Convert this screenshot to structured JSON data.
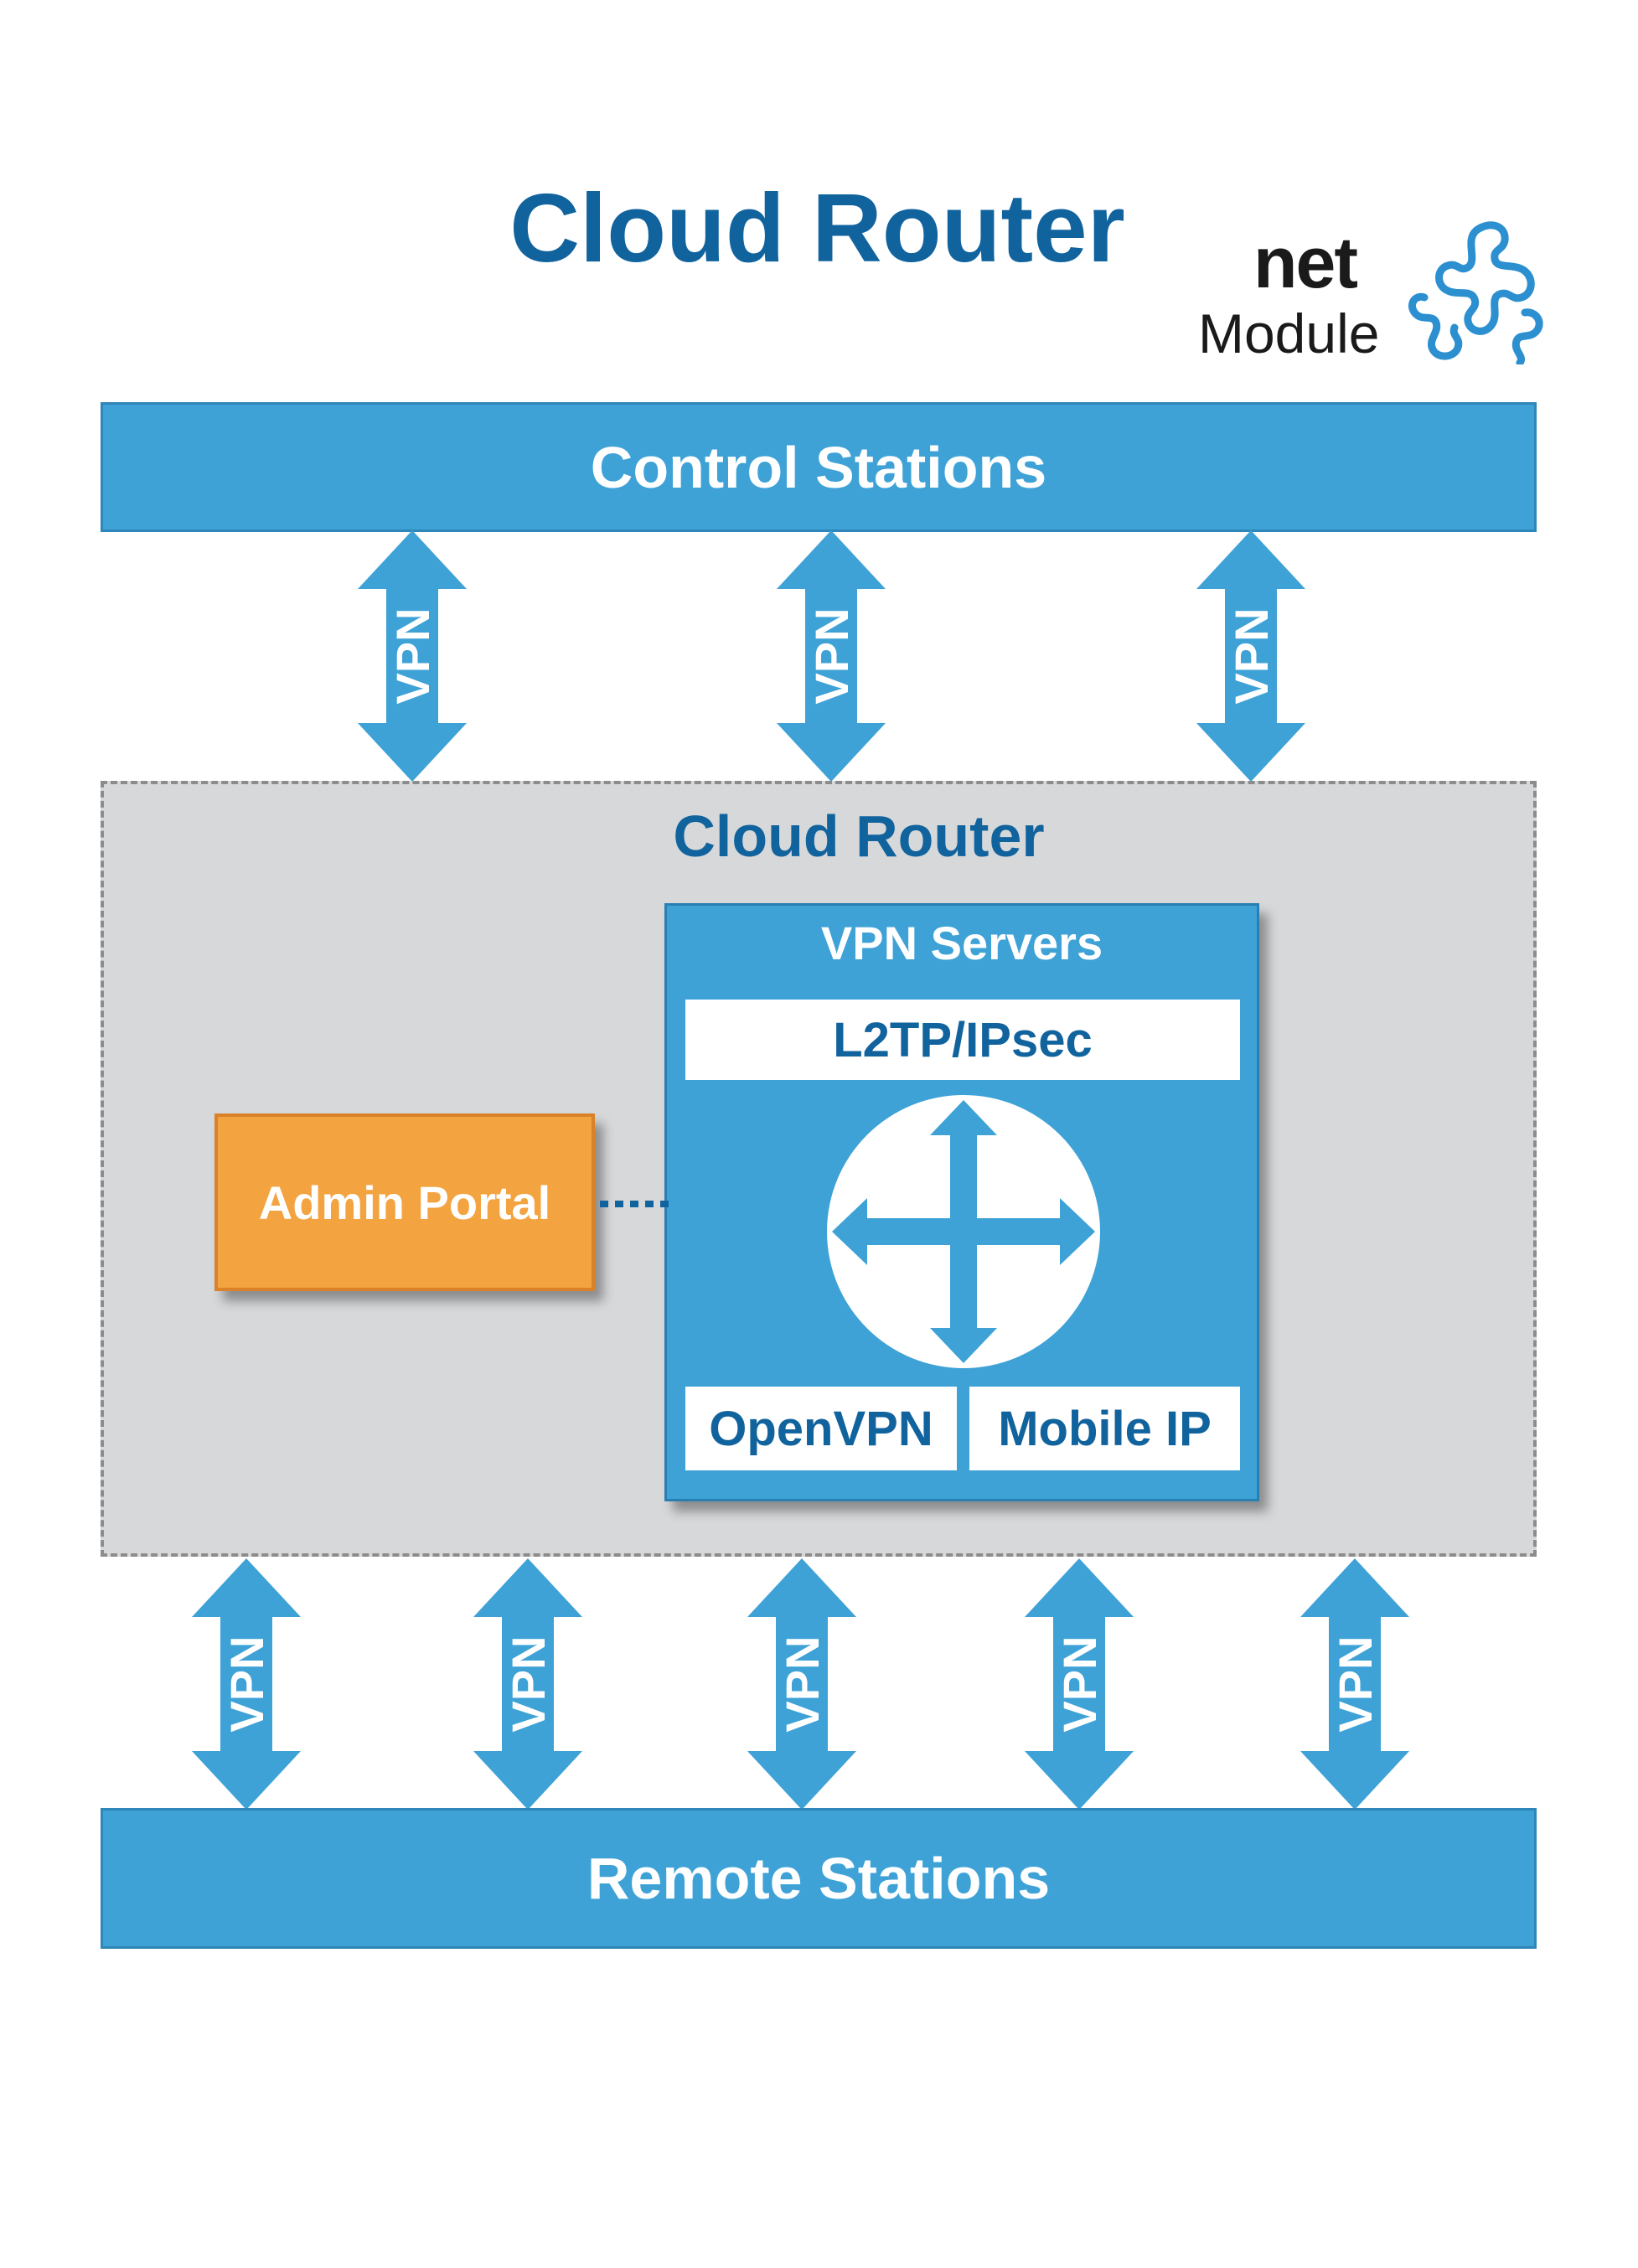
{
  "title": "Cloud Router",
  "logo": {
    "net": "net",
    "module": "Module"
  },
  "control_stations": "Control Stations",
  "remote_stations": "Remote Stations",
  "cloud_router_label": "Cloud Router",
  "vpn_servers": {
    "title": "VPN Servers",
    "protocols": [
      "L2TP/IPsec",
      "OpenVPN",
      "Mobile IP"
    ]
  },
  "admin_portal": "Admin Portal",
  "top_links": [
    "VPN",
    "VPN",
    "VPN"
  ],
  "bottom_links": [
    "VPN",
    "VPN",
    "VPN",
    "VPN",
    "VPN"
  ],
  "colors": {
    "primary_blue": "#3ea2d7",
    "title_blue": "#11639e",
    "admin_orange": "#f3a33f",
    "area_gray": "#d7d8da"
  },
  "icons": [
    "router-arrows-icon",
    "puzzle-logo-icon"
  ]
}
